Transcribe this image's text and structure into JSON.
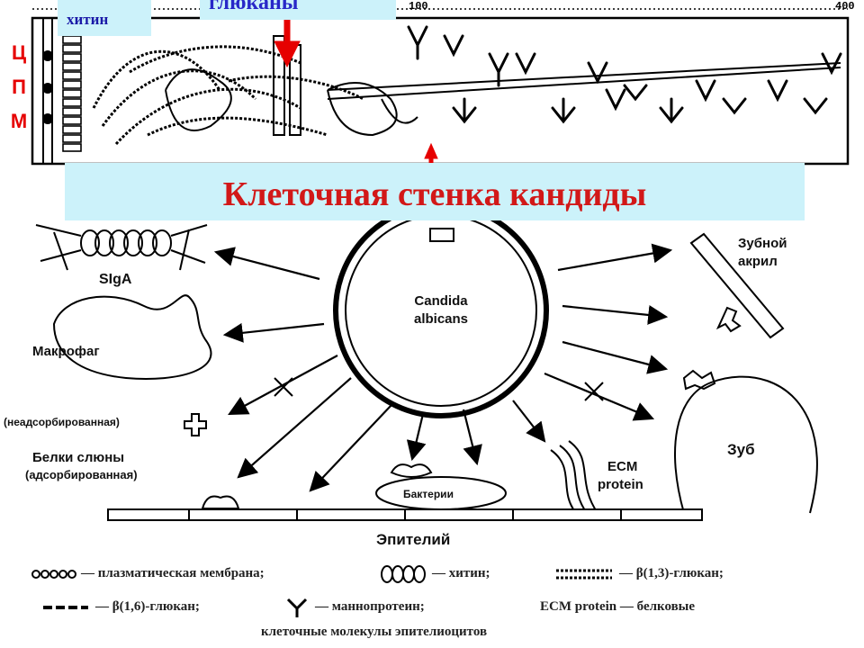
{
  "top_panel": {
    "label_chitin": "хитин",
    "label_glucans": "глюканы",
    "cpm_letters": [
      "Ц",
      "П",
      "М"
    ],
    "scale_left": "100",
    "scale_right": "400"
  },
  "title": "Клеточная стенка кандиды",
  "diagram": {
    "center": "Candida albicans",
    "center_line1": "Candida",
    "center_line2": "albicans",
    "sigA": "SIgA",
    "macrophage": "Макрофаг",
    "unadsorbed": "(неадсорбированная)",
    "saliva_proteins": "Белки слюны",
    "adsorbed": "(адсорбированная)",
    "denture_line1": "Зубной",
    "denture_line2": "акрил",
    "tooth": "Зуб",
    "bacteria": "Бактерии",
    "ecm_line1": "ECM",
    "ecm_line2": "protein",
    "epithelium": "Эпителий"
  },
  "legend": {
    "membrane": "— плазматическая мембрана;",
    "chitin": "— хитин;",
    "b13": "— β(1,3)-глюкан;",
    "b16": "— β(1,6)-глюкан;",
    "mannoprotein": "— маннопротеин;",
    "ecm_line1": "ECM protein — белковые",
    "ecm_line2": "клеточные молекулы эпителиоцитов"
  },
  "colors": {
    "label_bg": "#ccf2fa",
    "title_red": "#d21818",
    "arrow_red": "#e60000",
    "label_blue": "#1a1aa8"
  }
}
